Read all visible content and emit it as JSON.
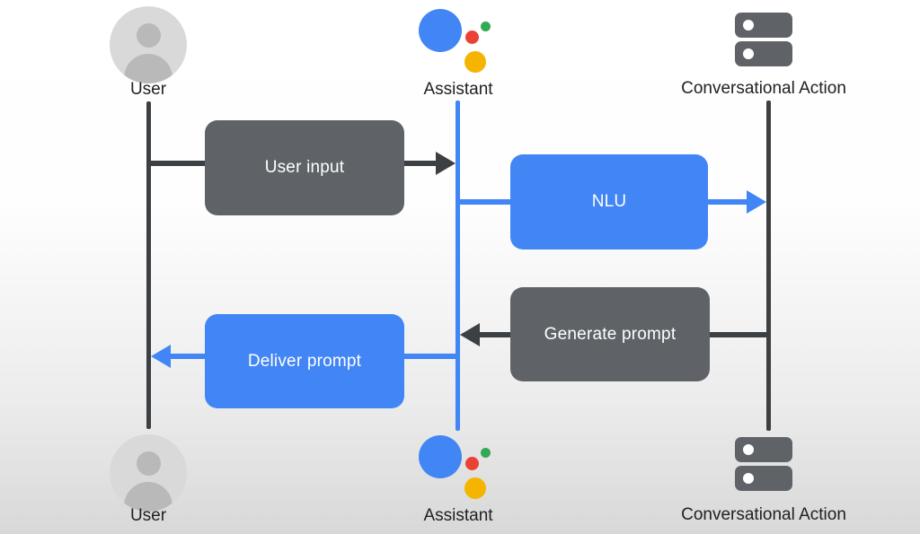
{
  "diagram": {
    "type": "sequence",
    "actors": [
      {
        "id": "user",
        "label": "User",
        "icon": "user-avatar-icon"
      },
      {
        "id": "assistant",
        "label": "Assistant",
        "icon": "google-assistant-logo-icon"
      },
      {
        "id": "conversational_action",
        "label": "Conversational Action",
        "icon": "server-stack-icon"
      }
    ],
    "messages": [
      {
        "label": "User input",
        "from": "user",
        "to": "assistant",
        "direction": "right",
        "style": "dark"
      },
      {
        "label": "NLU",
        "from": "assistant",
        "to": "conversational_action",
        "direction": "right",
        "style": "blue"
      },
      {
        "label": "Generate prompt",
        "from": "conversational_action",
        "to": "assistant",
        "direction": "left",
        "style": "dark"
      },
      {
        "label": "Deliver prompt",
        "from": "assistant",
        "to": "user",
        "direction": "left",
        "style": "blue"
      }
    ],
    "colors": {
      "google_blue": "#4285f4",
      "dark_gray_box": "#5f6368",
      "arrow_dark": "#3c4043",
      "label_text": "#202124",
      "box_text": "#ffffff",
      "avatar_bg": "#d9d9d9",
      "avatar_person": "#b9b9b9",
      "logo_red": "#ea4335",
      "logo_green": "#34a853",
      "logo_yellow": "#f4b400",
      "server_dot": "#ffffff"
    }
  }
}
